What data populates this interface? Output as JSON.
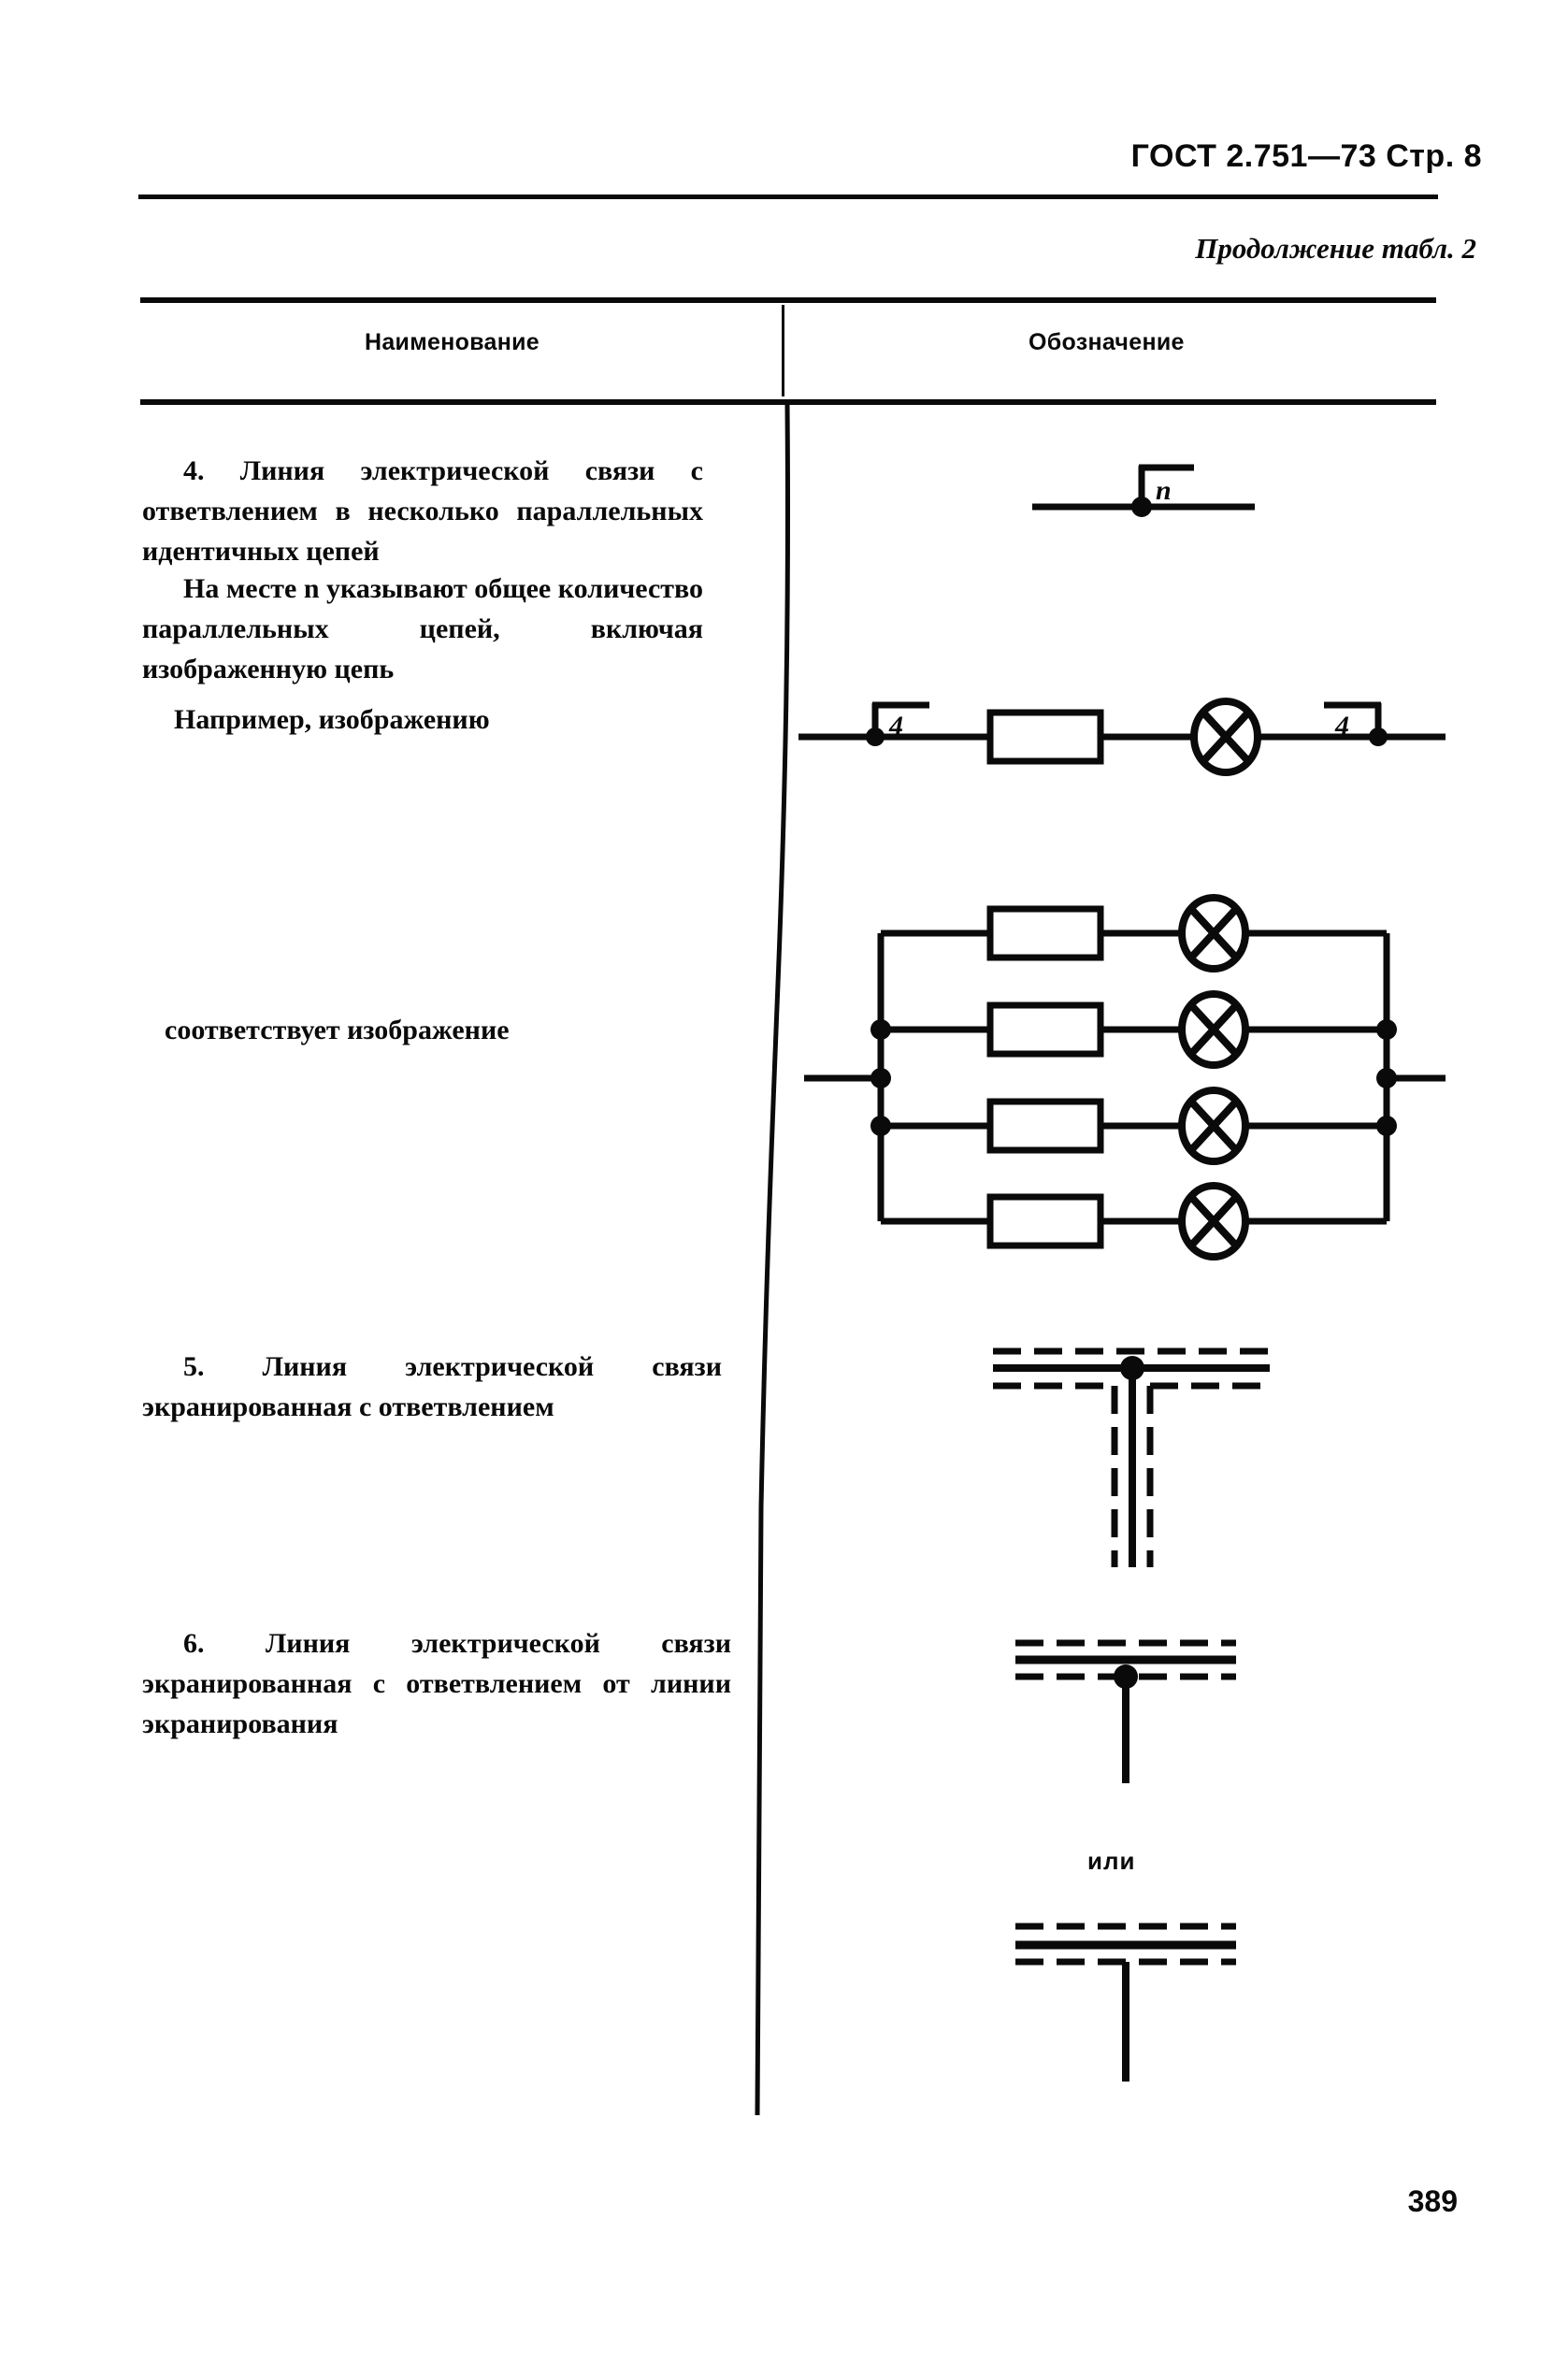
{
  "header": {
    "standard": "ГОСТ 2.751—73 Стр. 8",
    "continuation": "Продолжение табл. 2"
  },
  "table": {
    "columns": [
      {
        "label": "Наименование"
      },
      {
        "label": "Обозначение"
      }
    ],
    "rows": [
      {
        "id": "item-4",
        "name_paragraphs": [
          "4. Линия электрической связи с ответвлением в несколько параллельных идентичных цепей",
          "На месте n указывают общее количество параллельных цепей, включая изображенную цепь"
        ],
        "example_label": "Например, изображению",
        "corresponds_label": "соответствует изображение",
        "symbol_branch_marker": "n",
        "example_branch_marker_left": "4",
        "example_branch_marker_right": "4",
        "parallel_branches": 4
      },
      {
        "id": "item-5",
        "name_paragraphs": [
          "5. Линия электрической связи экранированная с ответвлением"
        ]
      },
      {
        "id": "item-6",
        "name_paragraphs": [
          "6. Линия электрической связи экранированная с ответвлением от линии экранирования"
        ],
        "alternative_label": "или"
      }
    ]
  },
  "footer": {
    "page_number": "389"
  },
  "colors": {
    "ink": "#0a0a0a",
    "paper": "#ffffff"
  }
}
